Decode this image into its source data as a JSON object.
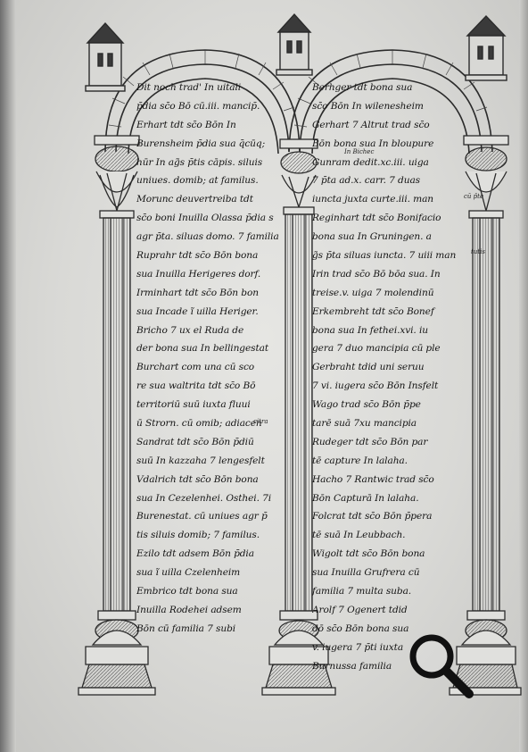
{
  "manuscript": {
    "left_column": [
      "Dit noch trad' In uitali",
      "p̄dia sc̄o Bō cū.iii. mancip̄.",
      "Erhart tdt sc̄o Bōn In",
      "Burensheim p̄dia sua q̄cūq;",
      "hūr In ag̃s p̄tis cāpis. siluis",
      "uniues. domib; at familus.",
      "Morunc deuvertreiba tdt",
      "sc̄o boni Inuilla Olassa p̄dia s",
      "agr p̄ta. siluas domo. 7 familia",
      "Ruprahr tdt sc̄o Bōn bona",
      "sua Inuilla Herigeres dorf.",
      "Irminhart tdt sc̄o Bōn bon",
      "sua Incade ĩ uilla Heriger.",
      "Bricho 7 ux el Ruda de",
      "der bona sua In bellingestat",
      "Burchart com una cū sco",
      "re sua waltrita tdt sc̄o Bō",
      "territoriū suū iuxta fluui",
      "ū Strorn. cū omib; adiacen",
      "Sandrat tdt sc̄o Bōn p̄diū",
      "suū In kazzaha 7 lengesfelt",
      "Vdalrich tdt sc̄o Bōn bona",
      "sua In Cezelenhei. Osthei. 7i",
      "Burenestat. cū uniues agr p̄",
      "tis siluis domib; 7 familus.",
      "Ezilo tdt adsem Bōn p̄dia",
      "sua ĩ uilla Czelenheim",
      "Embrico tdt bona sua",
      "Inuilla Rodehei adsem",
      "Bōn cū familia 7 subi"
    ],
    "right_column": [
      "Berhger tdt bona sua",
      "sc̄o Bōn In wilenesheim",
      "Gerhart 7 Altrut trad sc̄o",
      "Bōn bona sua In bloupure",
      "Gunram dedit.xc.iii. uiga",
      "7 p̄ta ad.x. carr. 7 duas",
      "iuncta juxta curte.iii. man",
      "Reginhart tdt sc̄o Bonifacio",
      "bona sua In Gruningen. a",
      "g̃s p̄ta siluas iuncta. 7 uiii man",
      "Irin trad sc̄o Bō bōa sua. In",
      "treise.v. uiga 7 molendinū",
      "Erkembreht tdt sc̄o Bonef",
      "bona sua In fethei.xvi. iu",
      "gera 7 duo mancipia cū ple",
      "Gerbraht tdid uni seruu",
      "7 vi. iugera sc̄o Bōn Insfelt",
      "Wago trad sc̄o Bōn p̄pe",
      "tarē suā 7xu mancipia",
      "Rudeger tdt sc̄o Bōn par",
      "tē capture In lalaha.",
      "Hacho 7 Rantwic trad sc̄o",
      "Bōn Capturā In lalaha.",
      "Folcrat tdt sc̄o Bōn p̄pera",
      "tē suā In Leubbach.",
      "Wigolt tdt sc̄o Bōn bona",
      "sua Inuilla Grufrera cū",
      "familia 7 multa suba.",
      "Arolf 7 Ogenert tdid",
      "dō sc̄o Bōn bona sua",
      "v. iugera 7 p̄ti iuxta",
      "Burnussa familia"
    ],
    "glosses": {
      "in_bicher": "In Bichec",
      "cū_pte": "cū p̄te",
      "tutis": "tutis",
      "citra": "citra"
    }
  },
  "colors": {
    "ink": "#141414",
    "parchment": "#dcdcd9",
    "shadow": "#8c8c8a"
  },
  "icons": {
    "zoom": "magnifier-icon"
  }
}
